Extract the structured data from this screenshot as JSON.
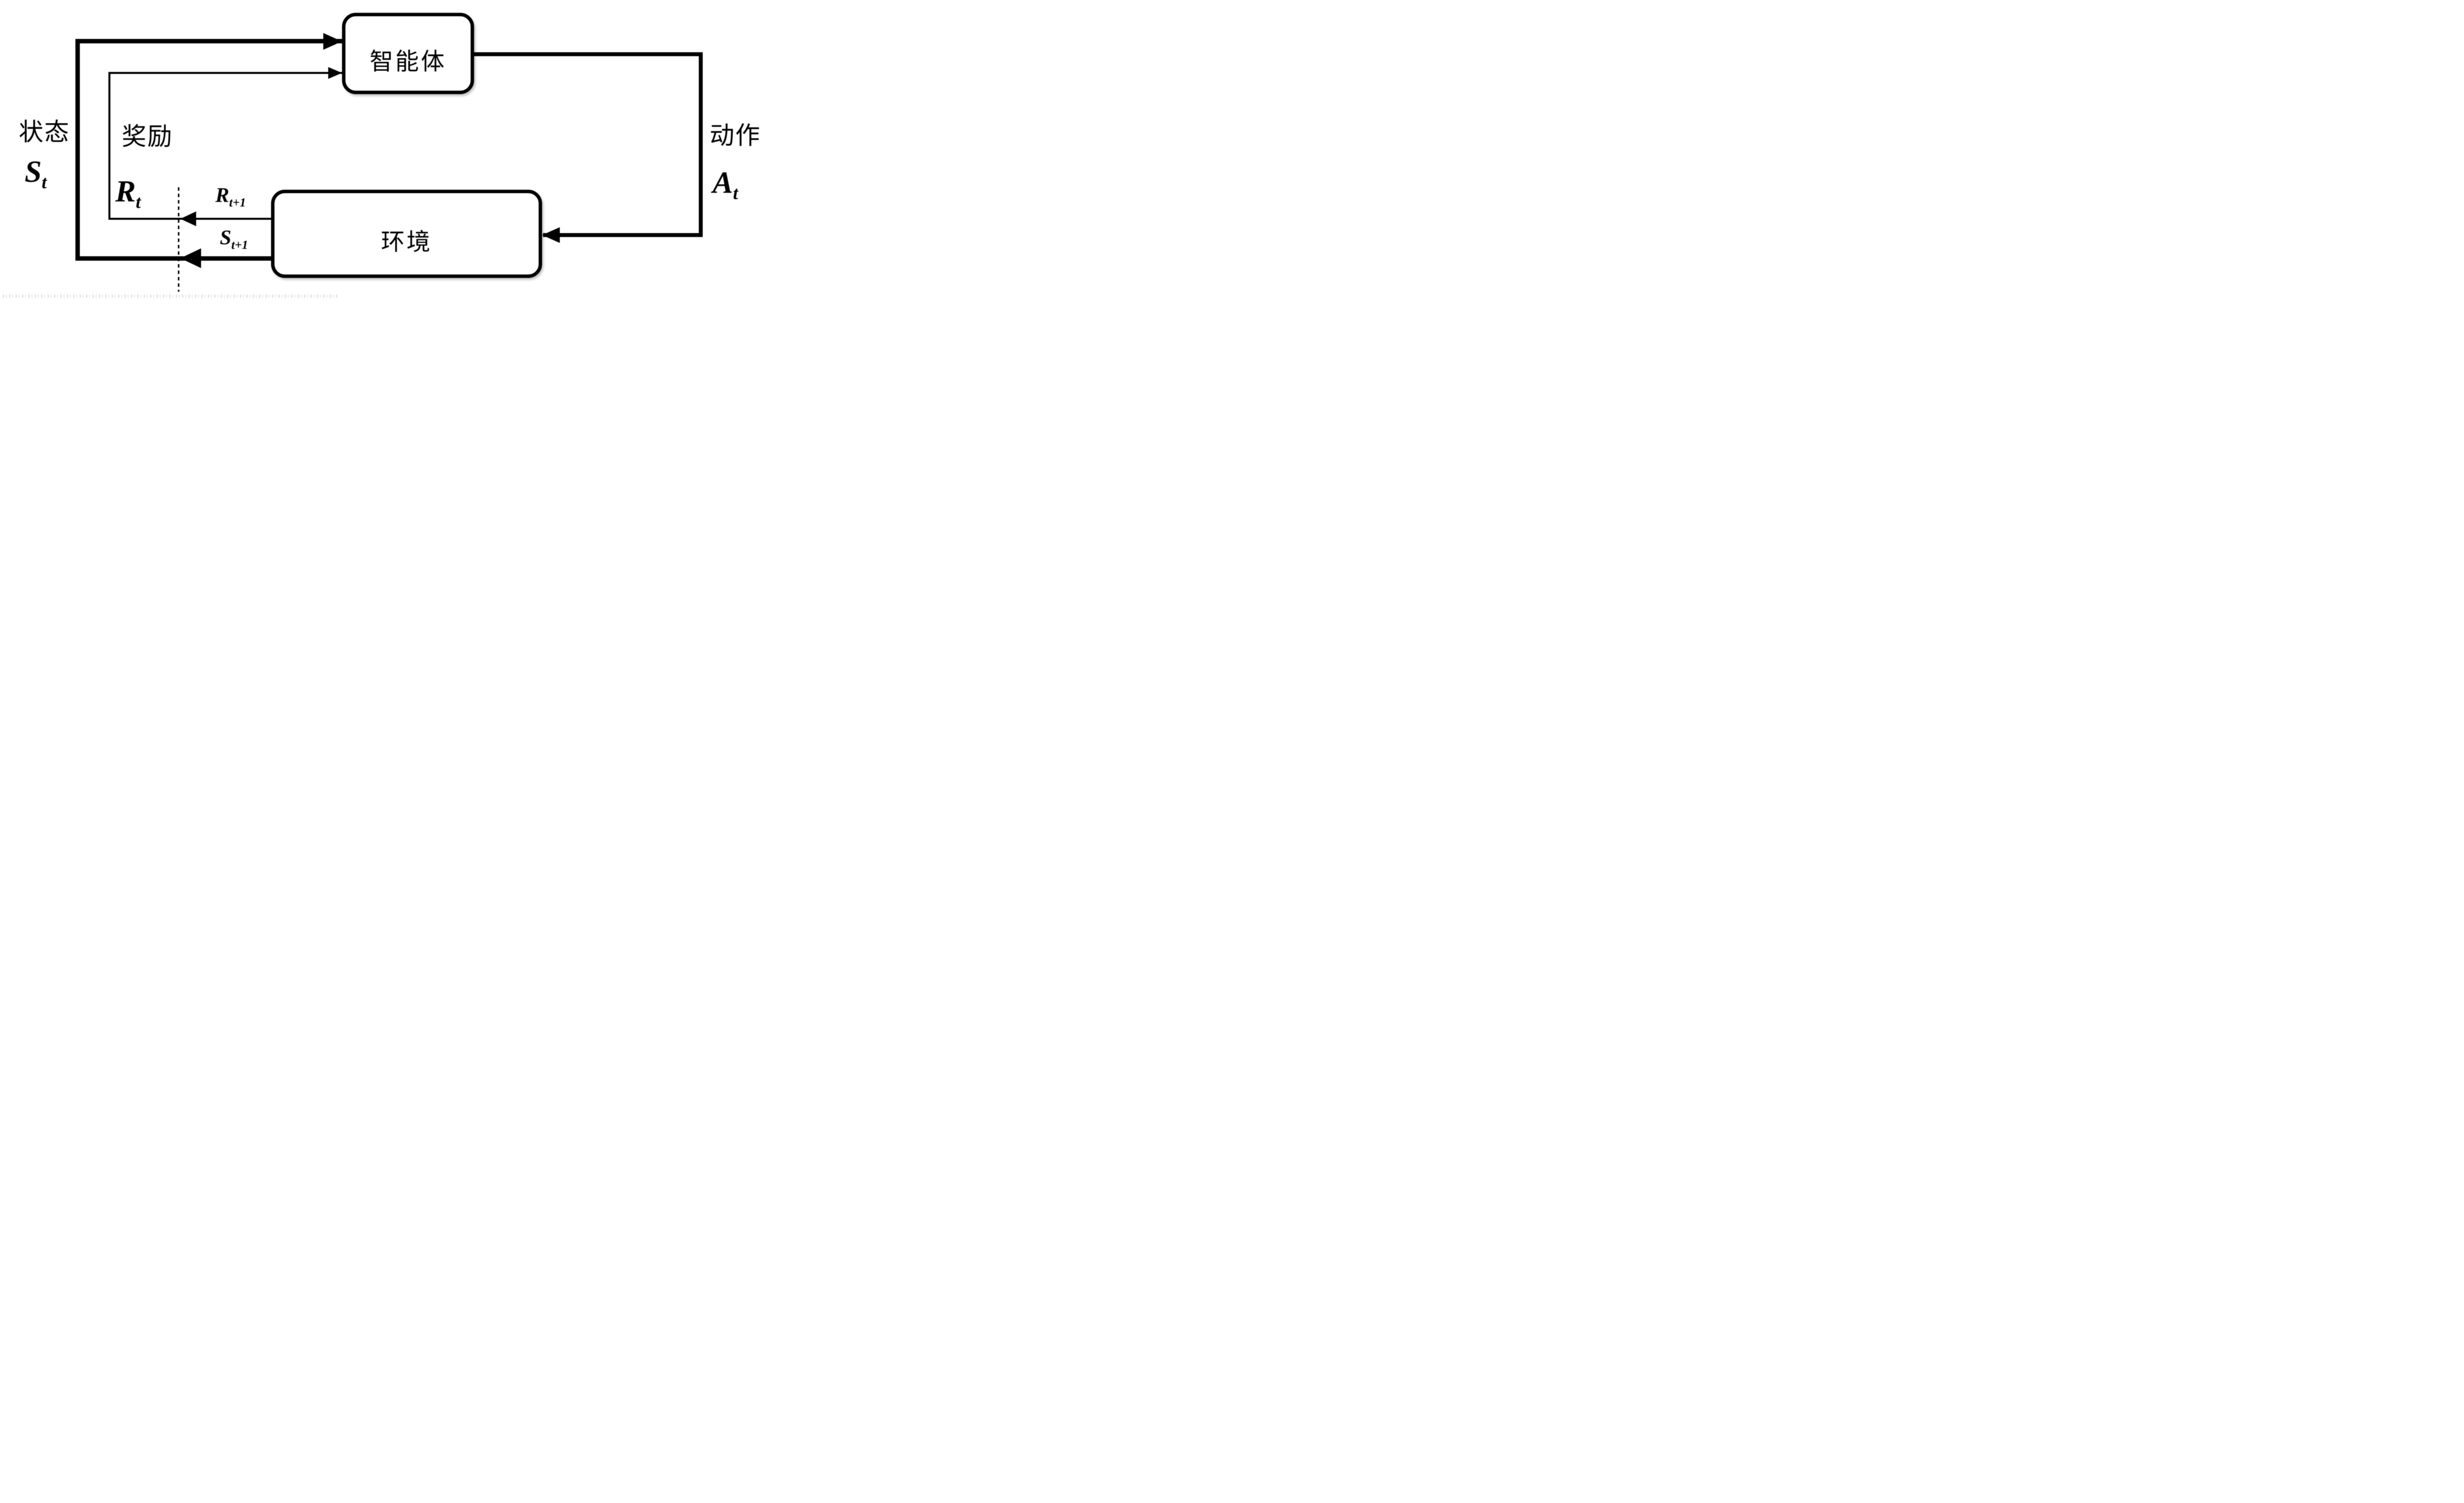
{
  "diagram": {
    "background_color": "#ffffff",
    "line_color": "#000000",
    "agent_box": {
      "label": "智能体"
    },
    "environment_box": {
      "label": "环境"
    },
    "state_label": {
      "word": "状态",
      "symbol": "S",
      "subscript": "t"
    },
    "reward_label": {
      "word": "奖励",
      "symbol": "R",
      "subscript": "t"
    },
    "action_label": {
      "word": "动作",
      "symbol": "A",
      "subscript": "t"
    },
    "next_reward_label": {
      "symbol": "R",
      "subscript": "t+1"
    },
    "next_state_label": {
      "symbol": "S",
      "subscript": "t+1"
    }
  }
}
